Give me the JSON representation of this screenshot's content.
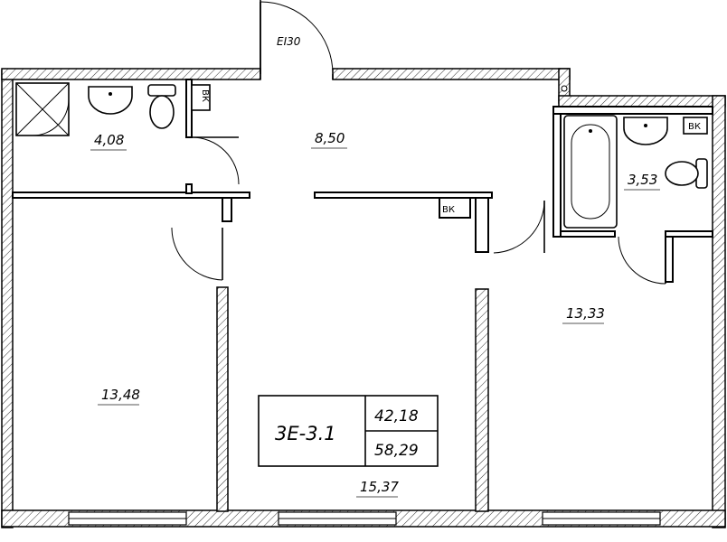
{
  "apartment": {
    "code": "3E-3.1",
    "living_area": "42,18",
    "total_area": "58,29"
  },
  "rooms": {
    "bathroom_left": "4,08",
    "hallway": "8,50",
    "bathroom_right": "3,53",
    "bedroom_right": "13,33",
    "bedroom_left": "13,48",
    "living_room": "15,37"
  },
  "door_rating": "EI30",
  "shaft_label": "ВК",
  "icons": [
    "shower-icon",
    "sink-icon",
    "toilet-icon",
    "bathtub-icon",
    "door-swing-icon",
    "window-icon"
  ]
}
